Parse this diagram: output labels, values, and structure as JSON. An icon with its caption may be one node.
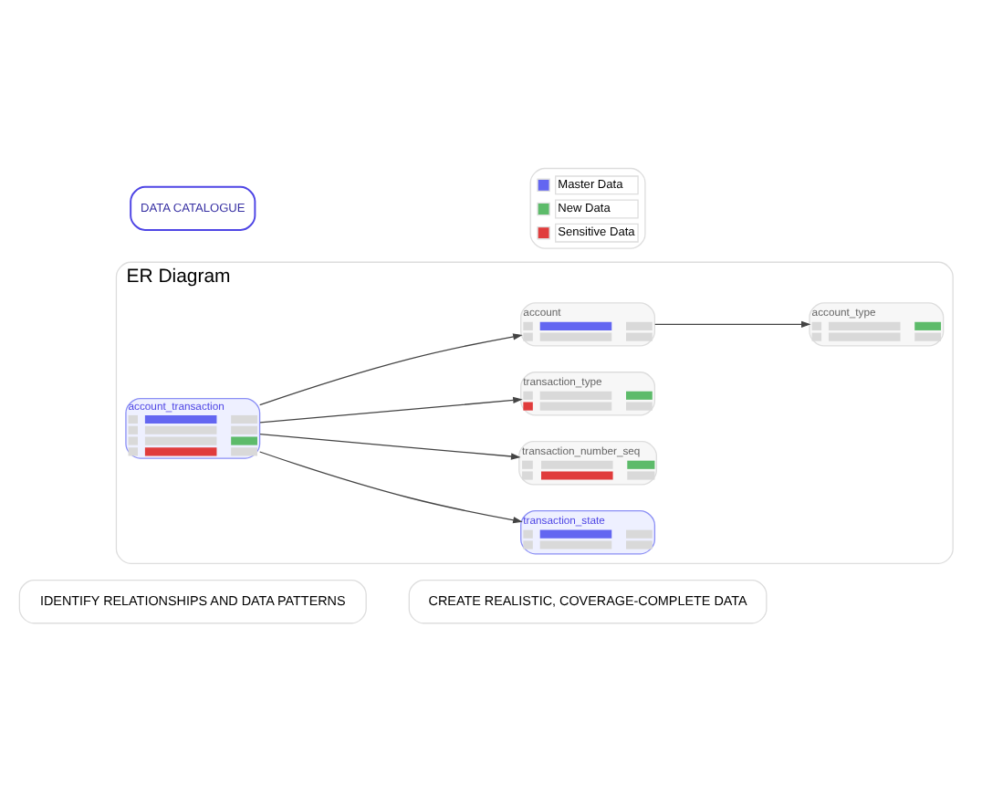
{
  "diagram": {
    "nodes": [
      {
        "text": [
          "IDENTIFY RELATIONSHIPS AND DATA PATTERNS"
        ]
      },
      {
        "text": [
          "CREATE REALISTIC, COVERAGE-COMPLETE DATA"
        ]
      },
      {
        "text": [
          "ER Diagram"
        ]
      },
      {
        "text": [
          "transaction_state"
        ],
        "in": 2
      },
      {
        "text": [
          "account_transaction"
        ],
        "in": 2
      },
      {
        "text": [
          "transaction_number_seq"
        ],
        "in": 2
      },
      {
        "text": [
          "transaction_type"
        ],
        "in": 2
      },
      {
        "text": [
          "account"
        ],
        "in": 2
      },
      {
        "text": [
          "account_type"
        ],
        "in": 2
      },
      {
        "text": [
          "DATA CATALOGUE"
        ]
      }
    ],
    "edges": [
      {
        "from": 4,
        "to": 3,
        "arrow": "to"
      },
      {
        "from": 4,
        "to": 5,
        "arrow": "to"
      },
      {
        "from": 4,
        "to": 6,
        "arrow": "to"
      },
      {
        "from": 4,
        "to": 7,
        "arrow": "to"
      },
      {
        "from": 7,
        "to": 8,
        "arrow": "to"
      }
    ],
    "legend": [
      {
        "text": "Master Data",
        "color": "#6366f1"
      },
      {
        "text": "New Data",
        "color": "#5dbb6a"
      },
      {
        "text": "Sensitive Data",
        "color": "#e03c3c"
      }
    ]
  }
}
